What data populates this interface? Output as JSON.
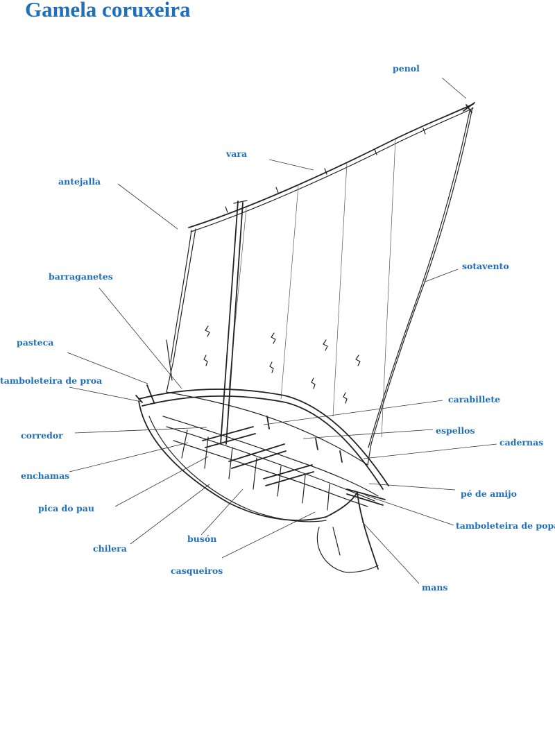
{
  "title": "Gamela coruxeira",
  "label_color": "#1f6fba",
  "labels": {
    "penol": "penol",
    "vara": "vara",
    "antejalla": "antejalla",
    "sotavento": "sotavento",
    "barraganetes": "barraganetes",
    "pasteca": "pasteca",
    "tamboleteira_proa": "tamboleteira de proa",
    "carabillete": "carabillete",
    "corredor": "corredor",
    "espellos": "espellos",
    "cadernas": "cadernas",
    "enchamas": "enchamas",
    "pe_amijo": "pé de amijo",
    "pica_do_pau": "pica do pau",
    "tamboleteira_popa": "tamboleteira de popa",
    "buson": "busón",
    "chilera": "chilera",
    "casqueiros": "casqueiros",
    "mans": "mans"
  }
}
